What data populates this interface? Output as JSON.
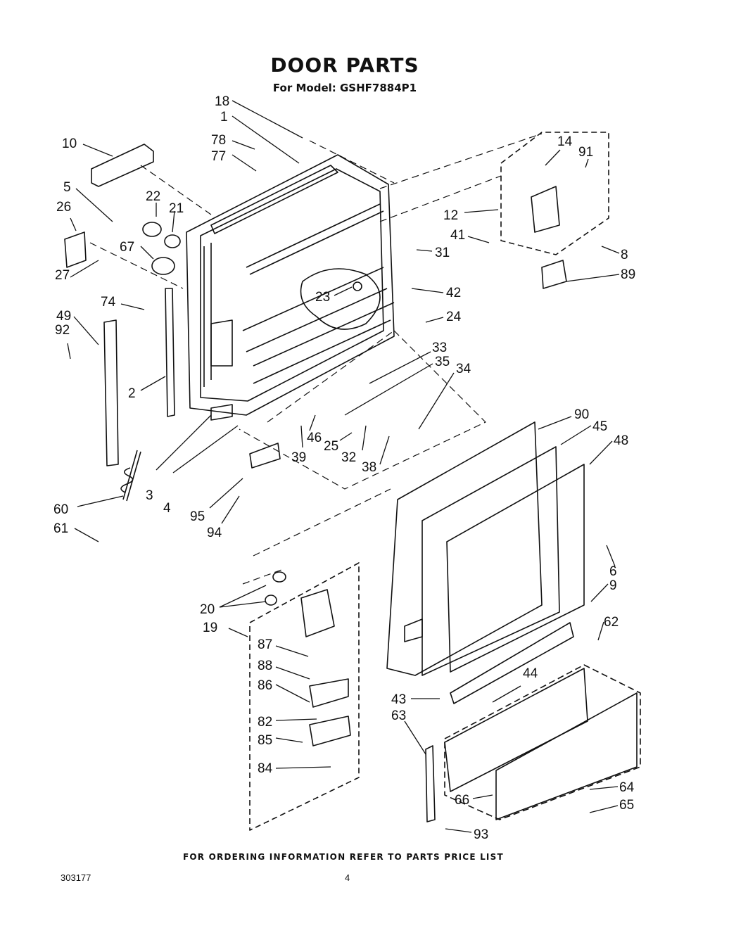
{
  "header": {
    "title": "DOOR PARTS",
    "subtitle": "For Model: GSHF7884P1"
  },
  "footer": {
    "ordering_note": "FOR ORDERING INFORMATION REFER TO PARTS PRICE LIST",
    "document_number": "303177",
    "page_number": "4"
  },
  "callouts": [
    "18",
    "1",
    "78",
    "77",
    "10",
    "5",
    "26",
    "22",
    "21",
    "67",
    "27",
    "74",
    "49",
    "92",
    "2",
    "60",
    "61",
    "3",
    "4",
    "95",
    "94",
    "14",
    "91",
    "12",
    "41",
    "31",
    "8",
    "89",
    "42",
    "23",
    "24",
    "33",
    "35",
    "34",
    "46",
    "25",
    "32",
    "39",
    "38",
    "90",
    "45",
    "48",
    "6",
    "9",
    "20",
    "19",
    "87",
    "88",
    "86",
    "82",
    "85",
    "84",
    "62",
    "44",
    "43",
    "63",
    "64",
    "65",
    "66",
    "93"
  ]
}
